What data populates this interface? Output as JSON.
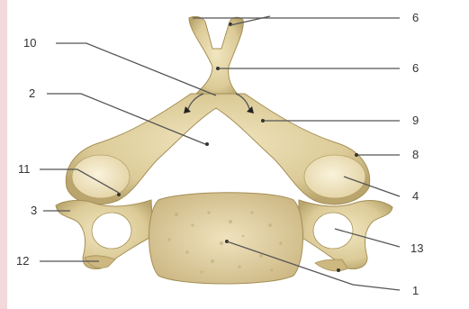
{
  "figure": {
    "callouts": [
      {
        "id": "label-6-top",
        "text": "6"
      },
      {
        "id": "label-10",
        "text": "10"
      },
      {
        "id": "label-6-mid",
        "text": "6"
      },
      {
        "id": "label-2",
        "text": "2"
      },
      {
        "id": "label-9",
        "text": "9"
      },
      {
        "id": "label-8",
        "text": "8"
      },
      {
        "id": "label-11",
        "text": "11"
      },
      {
        "id": "label-4",
        "text": "4"
      },
      {
        "id": "label-3",
        "text": "3"
      },
      {
        "id": "label-13",
        "text": "13"
      },
      {
        "id": "label-12",
        "text": "12"
      },
      {
        "id": "label-1",
        "text": "1"
      }
    ]
  }
}
